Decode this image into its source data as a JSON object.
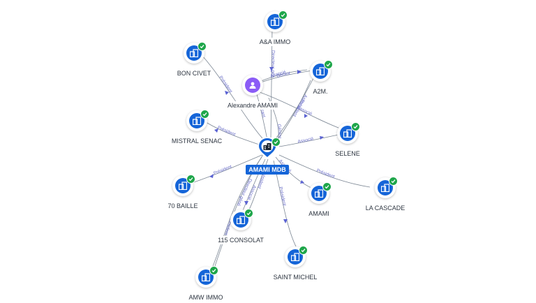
{
  "center": {
    "label": "AMAMI MDB"
  },
  "person": {
    "label": "Alexandre AMAMI"
  },
  "companies": [
    {
      "key": "aa",
      "label": "A&A IMMO"
    },
    {
      "key": "bonc",
      "label": "BON CIVET"
    },
    {
      "key": "a2m",
      "label": "A2M."
    },
    {
      "key": "mist",
      "label": "MISTRAL SENAC"
    },
    {
      "key": "sel",
      "label": "SELENE"
    },
    {
      "key": "b70",
      "label": "70 BAILLE"
    },
    {
      "key": "ama",
      "label": "AMAMI"
    },
    {
      "key": "casc",
      "label": "LA CASCADE"
    },
    {
      "key": "c115",
      "label": "115 CONSOLAT"
    },
    {
      "key": "stm",
      "label": "SAINT MICHEL"
    },
    {
      "key": "amw",
      "label": "AMW IMMO"
    }
  ],
  "edge_labels": [
    "Directeur gén",
    "Gérant",
    "Associé",
    "Président",
    "Associé",
    "Président",
    "Gérant",
    "Associé",
    "Président",
    "Associé",
    "Gérant",
    "Associé",
    "Président",
    "Président",
    "Associé",
    "Président",
    "Directeur géné",
    "Président",
    "Président"
  ],
  "colors": {
    "company": "#1565d8",
    "person": "#8b5cf6",
    "verified": "#1ea64a",
    "edge_label": "#6b6fc9"
  },
  "icons": {
    "company": "building-icon",
    "person": "person-icon",
    "verified": "check-icon",
    "center": "map-pin-icon"
  }
}
